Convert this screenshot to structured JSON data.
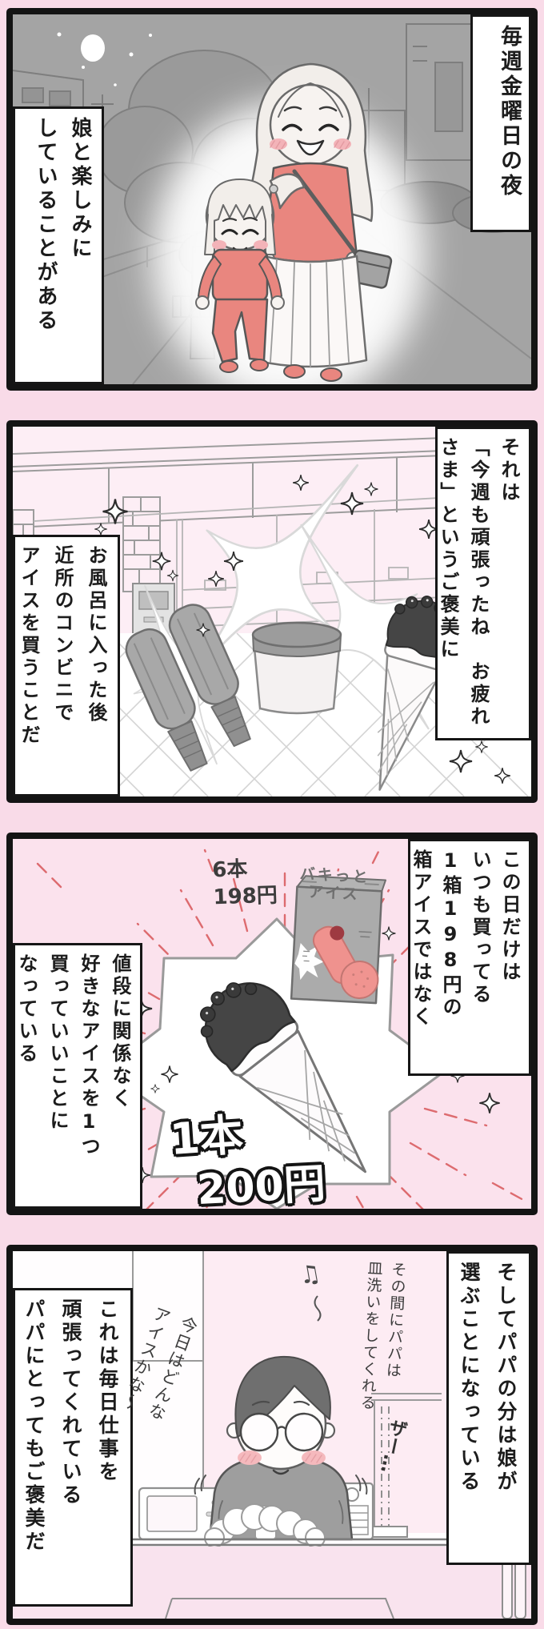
{
  "comic": {
    "panels": [
      {
        "name": "friday-night-walk",
        "caption_right": "毎週金曜日の夜",
        "caption_left": "娘と楽しみに\nしていることがある"
      },
      {
        "name": "conbini-reward",
        "caption_right": "それは\n「今週も頑張ったね　お疲れ\nさま」というご褒美に",
        "caption_left": "お風呂に入った後\n近所のコンビニで\nアイスを買うことだ"
      },
      {
        "name": "ice-cream-choice",
        "caption_right": "この日だけは\nいつも買ってる\n1箱198円の\n箱アイスではなく",
        "caption_left": "値段に関係なく\n好きなアイスを1つ\n買っていいことに\nなっている",
        "price_note": "6本\n198円",
        "box_label": "バキっと\nアイス",
        "big_price_count": "1本",
        "big_price_yen": "200円"
      },
      {
        "name": "papa-dishes",
        "caption_right": "そしてパパの分は娘が\n選ぶことになっている",
        "caption_left": "これは毎日仕事を\n頑張ってくれている\nパパにとってもご褒美だ",
        "note_dishes": "その間にパパは\n皿洗いをしてくれる",
        "note_thought": "今日はどんな\nアイスかな〜",
        "sfx_water": "ザー…",
        "music_note": "♫"
      }
    ],
    "colors": {
      "page_bg": "#f9dbe8",
      "panel_frame": "#141414",
      "clothes_salmon": "#e9867f",
      "speedline_red": "#dd6b6f",
      "blush_pink": "#f3b3b8",
      "night_gray": "#a4a4a4",
      "store_bg": "#fdeef5",
      "burst_bg": "#fbe2ed"
    }
  }
}
